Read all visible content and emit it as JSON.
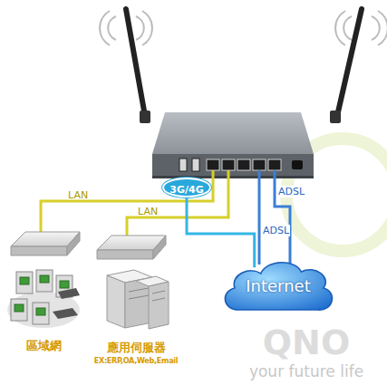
{
  "diagram": {
    "nodes": [
      {
        "text": [
          "3G/4G"
        ]
      },
      {
        "text": [
          "Internet"
        ]
      }
    ],
    "edges": [
      {
        "from": 0,
        "to": 1,
        "arrow": "none"
      }
    ],
    "labels": [
      "LAN",
      "LAN",
      "ADSL",
      "ADSL",
      "區域網",
      "應用伺服器",
      "EX:ERP,OA,Web,Email",
      "QNO",
      "your future life"
    ]
  }
}
